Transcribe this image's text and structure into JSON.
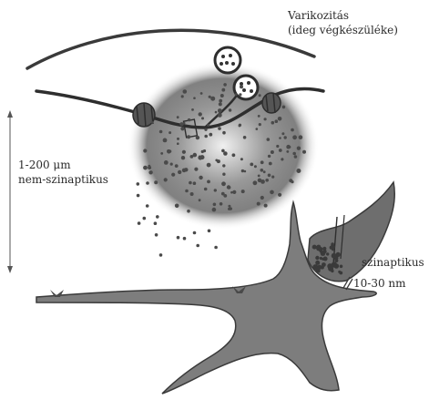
{
  "labels": {
    "varicosity_line1": "Varikozitás",
    "varicosity_line2": "(ideg végkészüléke)",
    "distance_line1": "1-200 μm",
    "distance_line2": "nem-szinaptikus",
    "synaptic": "szinaptikus",
    "cleft": "10-30 nm"
  },
  "colors": {
    "ink": "#3a3a3a",
    "cell_fill": "#7d7d7d",
    "glow_center": "#d8d8d8",
    "glow_edge": "#5a5a5a",
    "background": "#ffffff"
  }
}
